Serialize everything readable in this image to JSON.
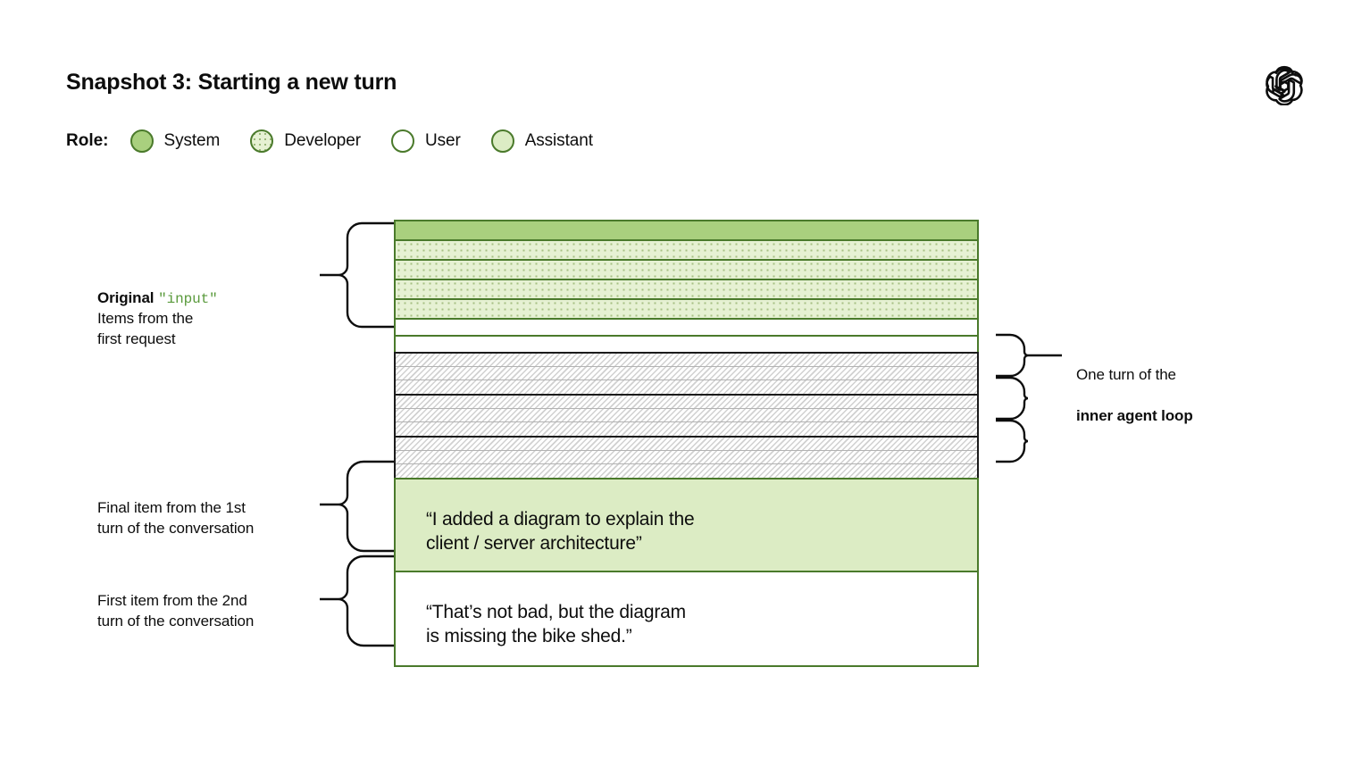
{
  "header": {
    "title": "Snapshot 3: Starting a new turn",
    "logo": "openai-logo"
  },
  "legend": {
    "label": "Role:",
    "items": [
      {
        "name": "system",
        "label": "System",
        "color": "#a9d07e",
        "border": "#4a7a2b",
        "pattern": "solid"
      },
      {
        "name": "developer",
        "label": "Developer",
        "color": "#e6f1d3",
        "border": "#4a7a2b",
        "pattern": "dotted"
      },
      {
        "name": "user",
        "label": "User",
        "color": "#ffffff",
        "border": "#4a7a2b",
        "pattern": "empty"
      },
      {
        "name": "assistant",
        "label": "Assistant",
        "color": "#dcecc4",
        "border": "#4a7a2b",
        "pattern": "solid"
      }
    ]
  },
  "stack": {
    "bands": [
      {
        "role": "system",
        "count": 1
      },
      {
        "role": "developer",
        "count": 4
      },
      {
        "role": "user",
        "count": 2
      }
    ],
    "tool_groups": [
      {
        "name": "inner-loop-turn-1",
        "subbands": 3
      },
      {
        "name": "inner-loop-turn-2",
        "subbands": 3
      },
      {
        "name": "inner-loop-turn-3",
        "subbands": 3
      }
    ],
    "assistant_message": "“I added a diagram to explain the\nclient / server architecture”",
    "user_message": "“That’s not bad, but the diagram\nis missing the bike shed.”"
  },
  "annotations": {
    "original_input_prefix": "Original ",
    "original_input_code": "\"input\"",
    "original_input_sub": "Items from the\nfirst request",
    "final_item": "Final item from the 1st\nturn of the conversation",
    "first_item": "First item from the 2nd\nturn of the conversation",
    "inner_loop_prefix": "One turn of the",
    "inner_loop_strong": "inner agent loop"
  },
  "colors": {
    "green_border": "#4a7a2b",
    "system_fill": "#a9d07e",
    "assistant_fill": "#dcecc4",
    "developer_fill": "#e6f1d3",
    "tool_border": "#1b1b1b",
    "text": "#0d0d0d",
    "code_green": "#5a9a3c"
  }
}
